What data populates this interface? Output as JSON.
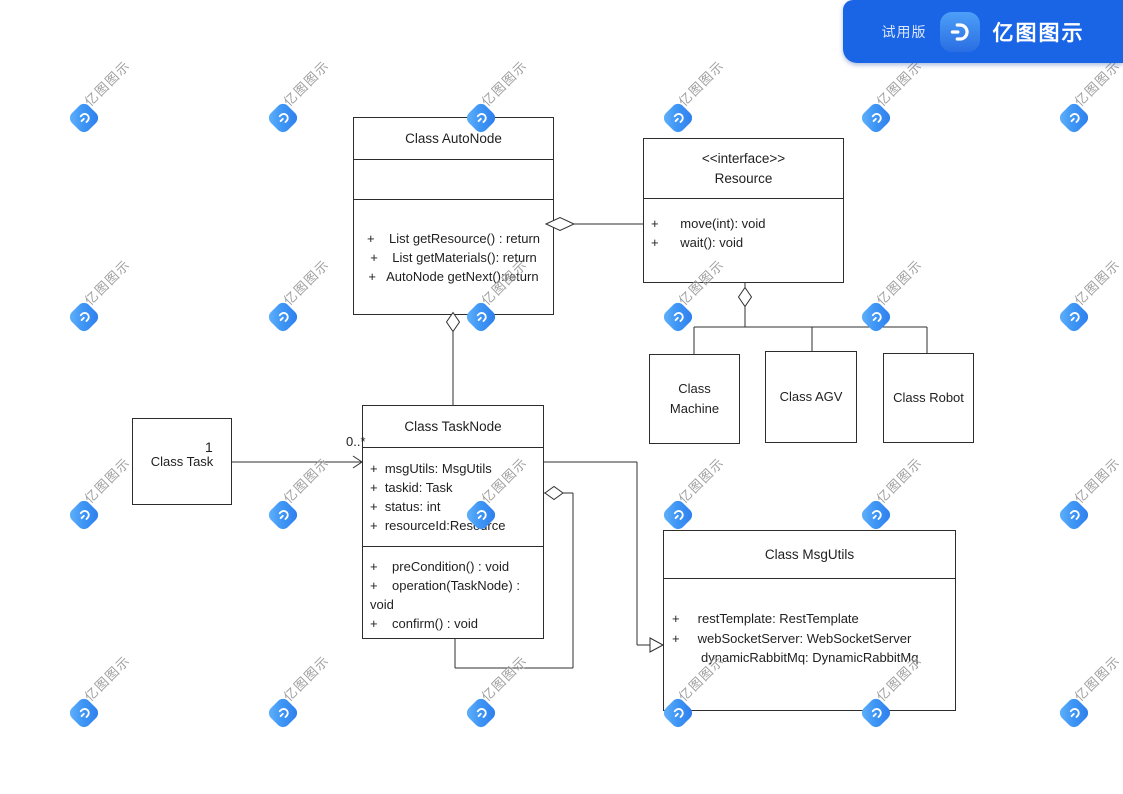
{
  "header": {
    "trial_label": "试用版",
    "app_name": "亿图图示",
    "bg_color": "#1A65E6"
  },
  "watermark": {
    "text": "亿图图示",
    "logo_color": "#3F97F5",
    "text_color": "#8f8f8f",
    "grid": {
      "cols_x": [
        84,
        283,
        481,
        678,
        876,
        1074
      ],
      "rows_y": [
        118,
        317,
        515,
        713
      ]
    }
  },
  "diagram": {
    "classes": {
      "autonode": {
        "title": "Class AutoNode",
        "methods": [
          "+    List getResource() : return",
          "+    List getMaterials(): return",
          "+   AutoNode getNext():return"
        ]
      },
      "resource": {
        "stereotype": "<<interface>>",
        "title": "Resource",
        "methods": [
          "+      move(int): void",
          "+      wait(): void"
        ]
      },
      "machine": {
        "title": "Class Machine"
      },
      "agv": {
        "title": "Class AGV"
      },
      "robot": {
        "title": "Class Robot"
      },
      "task": {
        "title": "Class Task"
      },
      "tasknode": {
        "title": "Class TaskNode",
        "attributes": [
          "+  msgUtils: MsgUtils",
          "+  taskid: Task",
          "+  status: int",
          "+  resourceId:Resource"
        ],
        "methods": [
          "+    preCondition() : void",
          "+    operation(TaskNode) : void",
          "+    confirm() : void"
        ]
      },
      "msgutils": {
        "title": "Class MsgUtils",
        "attributes": [
          "+     restTemplate: RestTemplate",
          "+     webSocketServer: WebSocketServer",
          "dynamicRabbitMq: DynamicRabbitMq"
        ]
      }
    },
    "labels": {
      "task_multiplicity": "1",
      "tasknode_multiplicity": "0..*"
    }
  }
}
